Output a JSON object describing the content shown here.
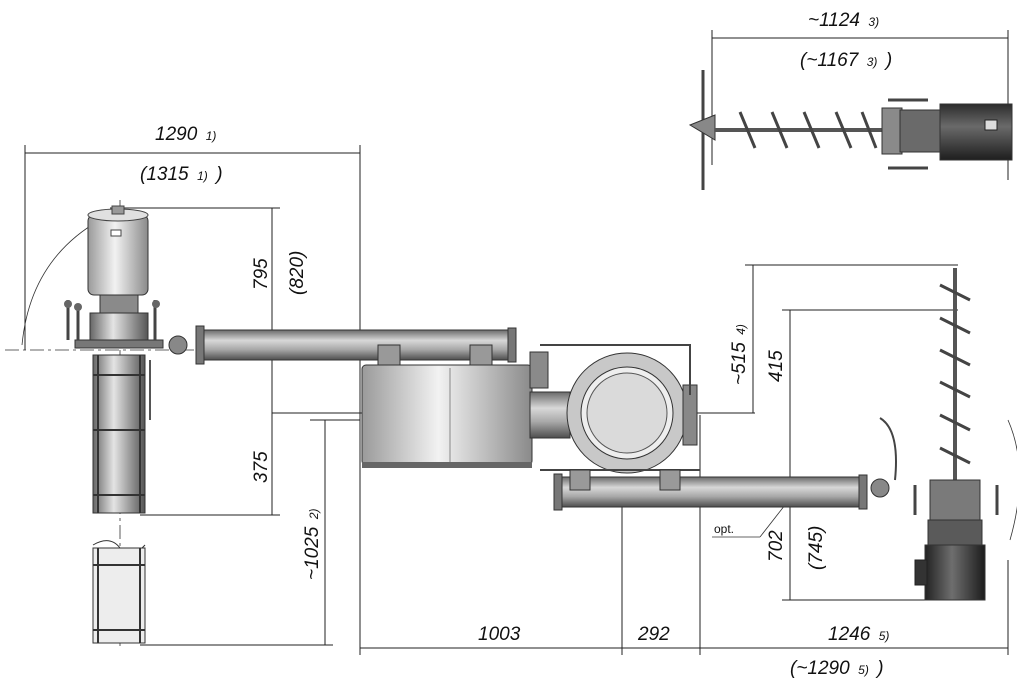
{
  "dimensions": {
    "top_overall": {
      "value": "~1124",
      "note": "3)"
    },
    "top_overall_alt": {
      "value": "(~1167",
      "note": "3)",
      "close": ")"
    },
    "left_overall": {
      "value": "1290",
      "note": "1)"
    },
    "left_overall_alt": {
      "value": "(1315",
      "note": "1)",
      "close": ")"
    },
    "vessel_height": "795",
    "vessel_height_alt": "(820)",
    "lower_height": "375",
    "left_depth": {
      "value": "~1025",
      "note": "2)"
    },
    "screw_top": {
      "value": "~515",
      "note": "4)"
    },
    "screw_rise": "415",
    "motor_drop": "702",
    "motor_drop_alt": "(745)",
    "base_a": "1003",
    "base_b": "292",
    "base_c": {
      "value": "1246",
      "note": "5)"
    },
    "base_c_alt": {
      "value": "(~1290",
      "note": "5)",
      "close": ")"
    },
    "option_label": "opt."
  },
  "colors": {
    "metal": "#9a9a9a",
    "metal_dark": "#5c5c5c",
    "motor": "#3a3a3a",
    "tank": "#dcdcdc",
    "line": "#222222"
  }
}
